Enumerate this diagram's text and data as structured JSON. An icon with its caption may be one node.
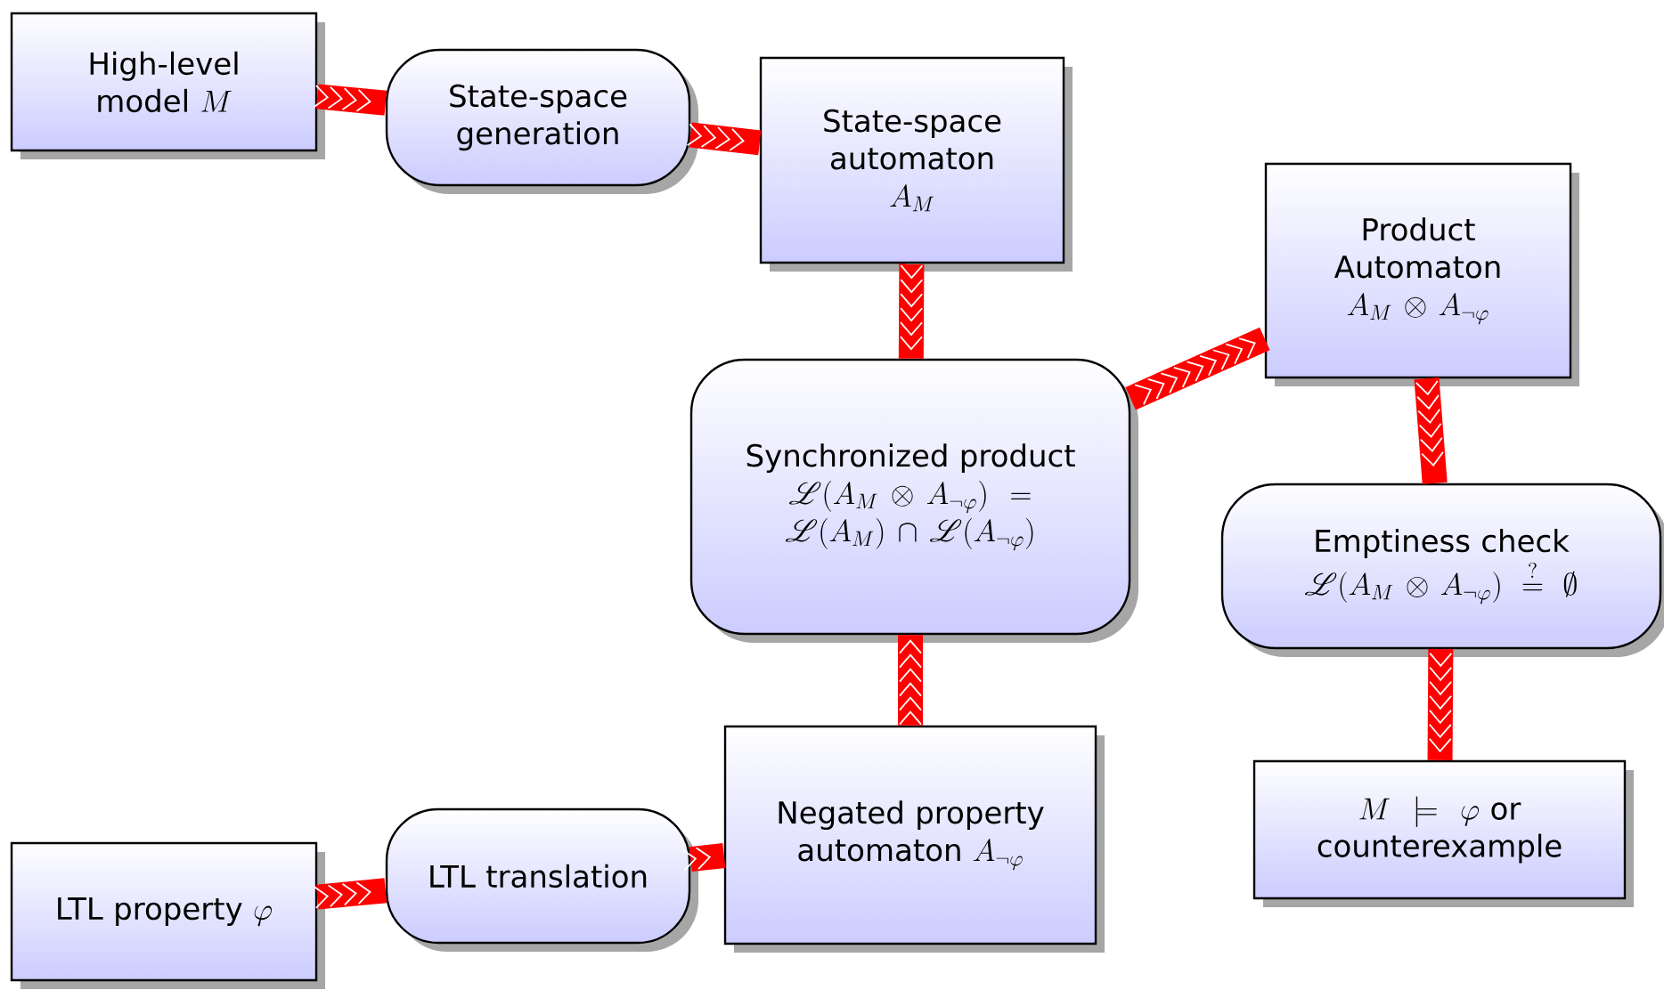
{
  "diagram": {
    "nodes": [
      {
        "text": [
          "High-level model",
          "M"
        ]
      },
      {
        "text": [
          "State-space generation"
        ]
      },
      {
        "text": [
          "State-space automaton",
          "A_M"
        ]
      },
      {
        "text": [
          "Synchronized product",
          "\\mathscr{L}(A_M \\otimes A_{\\neg\\varphi}) =",
          "\\mathscr{L}(A_M)\\cap\\mathscr{L}(A_{\\neg\\varphi})"
        ]
      },
      {
        "text": [
          "Product Automaton",
          "A_M \\otimes A_{\\neg\\varphi}"
        ]
      },
      {
        "text": [
          "Emptiness check",
          "\\mathscr{L}(A_M\\otimes A_{\\neg\\varphi}) \\stackrel{?}{=} \\emptyset"
        ]
      },
      {
        "text": [
          "M \\models \\varphi",
          "or counterexample"
        ]
      },
      {
        "text": [
          "LTL property",
          "\\varphi"
        ]
      },
      {
        "text": [
          "LTL translation"
        ]
      },
      {
        "text": [
          "Negated property automaton",
          "A_{\\neg\\varphi}"
        ]
      }
    ],
    "edges": [
      {
        "from": 0,
        "to": 1,
        "arrow": "to"
      },
      {
        "from": 1,
        "to": 2,
        "arrow": "to"
      },
      {
        "from": 2,
        "to": 3,
        "arrow": "to"
      },
      {
        "from": 9,
        "to": 3,
        "arrow": "to"
      },
      {
        "from": 3,
        "to": 4,
        "arrow": "to"
      },
      {
        "from": 4,
        "to": 5,
        "arrow": "to"
      },
      {
        "from": 5,
        "to": 6,
        "arrow": "to"
      },
      {
        "from": 7,
        "to": 8,
        "arrow": "to"
      },
      {
        "from": 8,
        "to": 9,
        "arrow": "to"
      }
    ]
  }
}
